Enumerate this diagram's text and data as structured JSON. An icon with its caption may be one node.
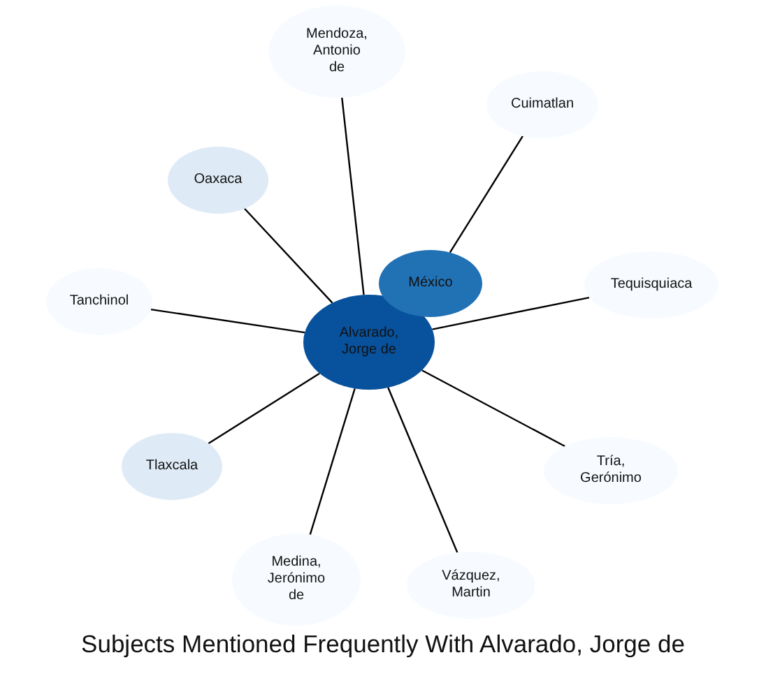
{
  "diagram": {
    "title": "Subjects Mentioned Frequently With Alvarado, Jorge de",
    "nodes": [
      {
        "text": [
          "Alvarado, Jorge de"
        ]
      },
      {
        "text": [
          "Mendoza, Antonio de"
        ]
      },
      {
        "text": [
          "Cuimatlan"
        ]
      },
      {
        "text": [
          "Oaxaca"
        ]
      },
      {
        "text": [
          "México"
        ]
      },
      {
        "text": [
          "Tequisquiaca"
        ]
      },
      {
        "text": [
          "Tanchinol"
        ]
      },
      {
        "text": [
          "Tría, Gerónimo"
        ]
      },
      {
        "text": [
          "Tlaxcala"
        ]
      },
      {
        "text": [
          "Medina, Jerónimo de"
        ]
      },
      {
        "text": [
          "Vázquez, Martin"
        ]
      }
    ],
    "edges": [
      {
        "from": 0,
        "to": 1,
        "arrow": "none"
      },
      {
        "from": 4,
        "to": 2,
        "arrow": "none"
      },
      {
        "from": 0,
        "to": 3,
        "arrow": "none"
      },
      {
        "from": 0,
        "to": 5,
        "arrow": "none"
      },
      {
        "from": 0,
        "to": 6,
        "arrow": "none"
      },
      {
        "from": 0,
        "to": 7,
        "arrow": "none"
      },
      {
        "from": 0,
        "to": 8,
        "arrow": "none"
      },
      {
        "from": 0,
        "to": 9,
        "arrow": "none"
      },
      {
        "from": 0,
        "to": 10,
        "arrow": "none"
      }
    ]
  }
}
